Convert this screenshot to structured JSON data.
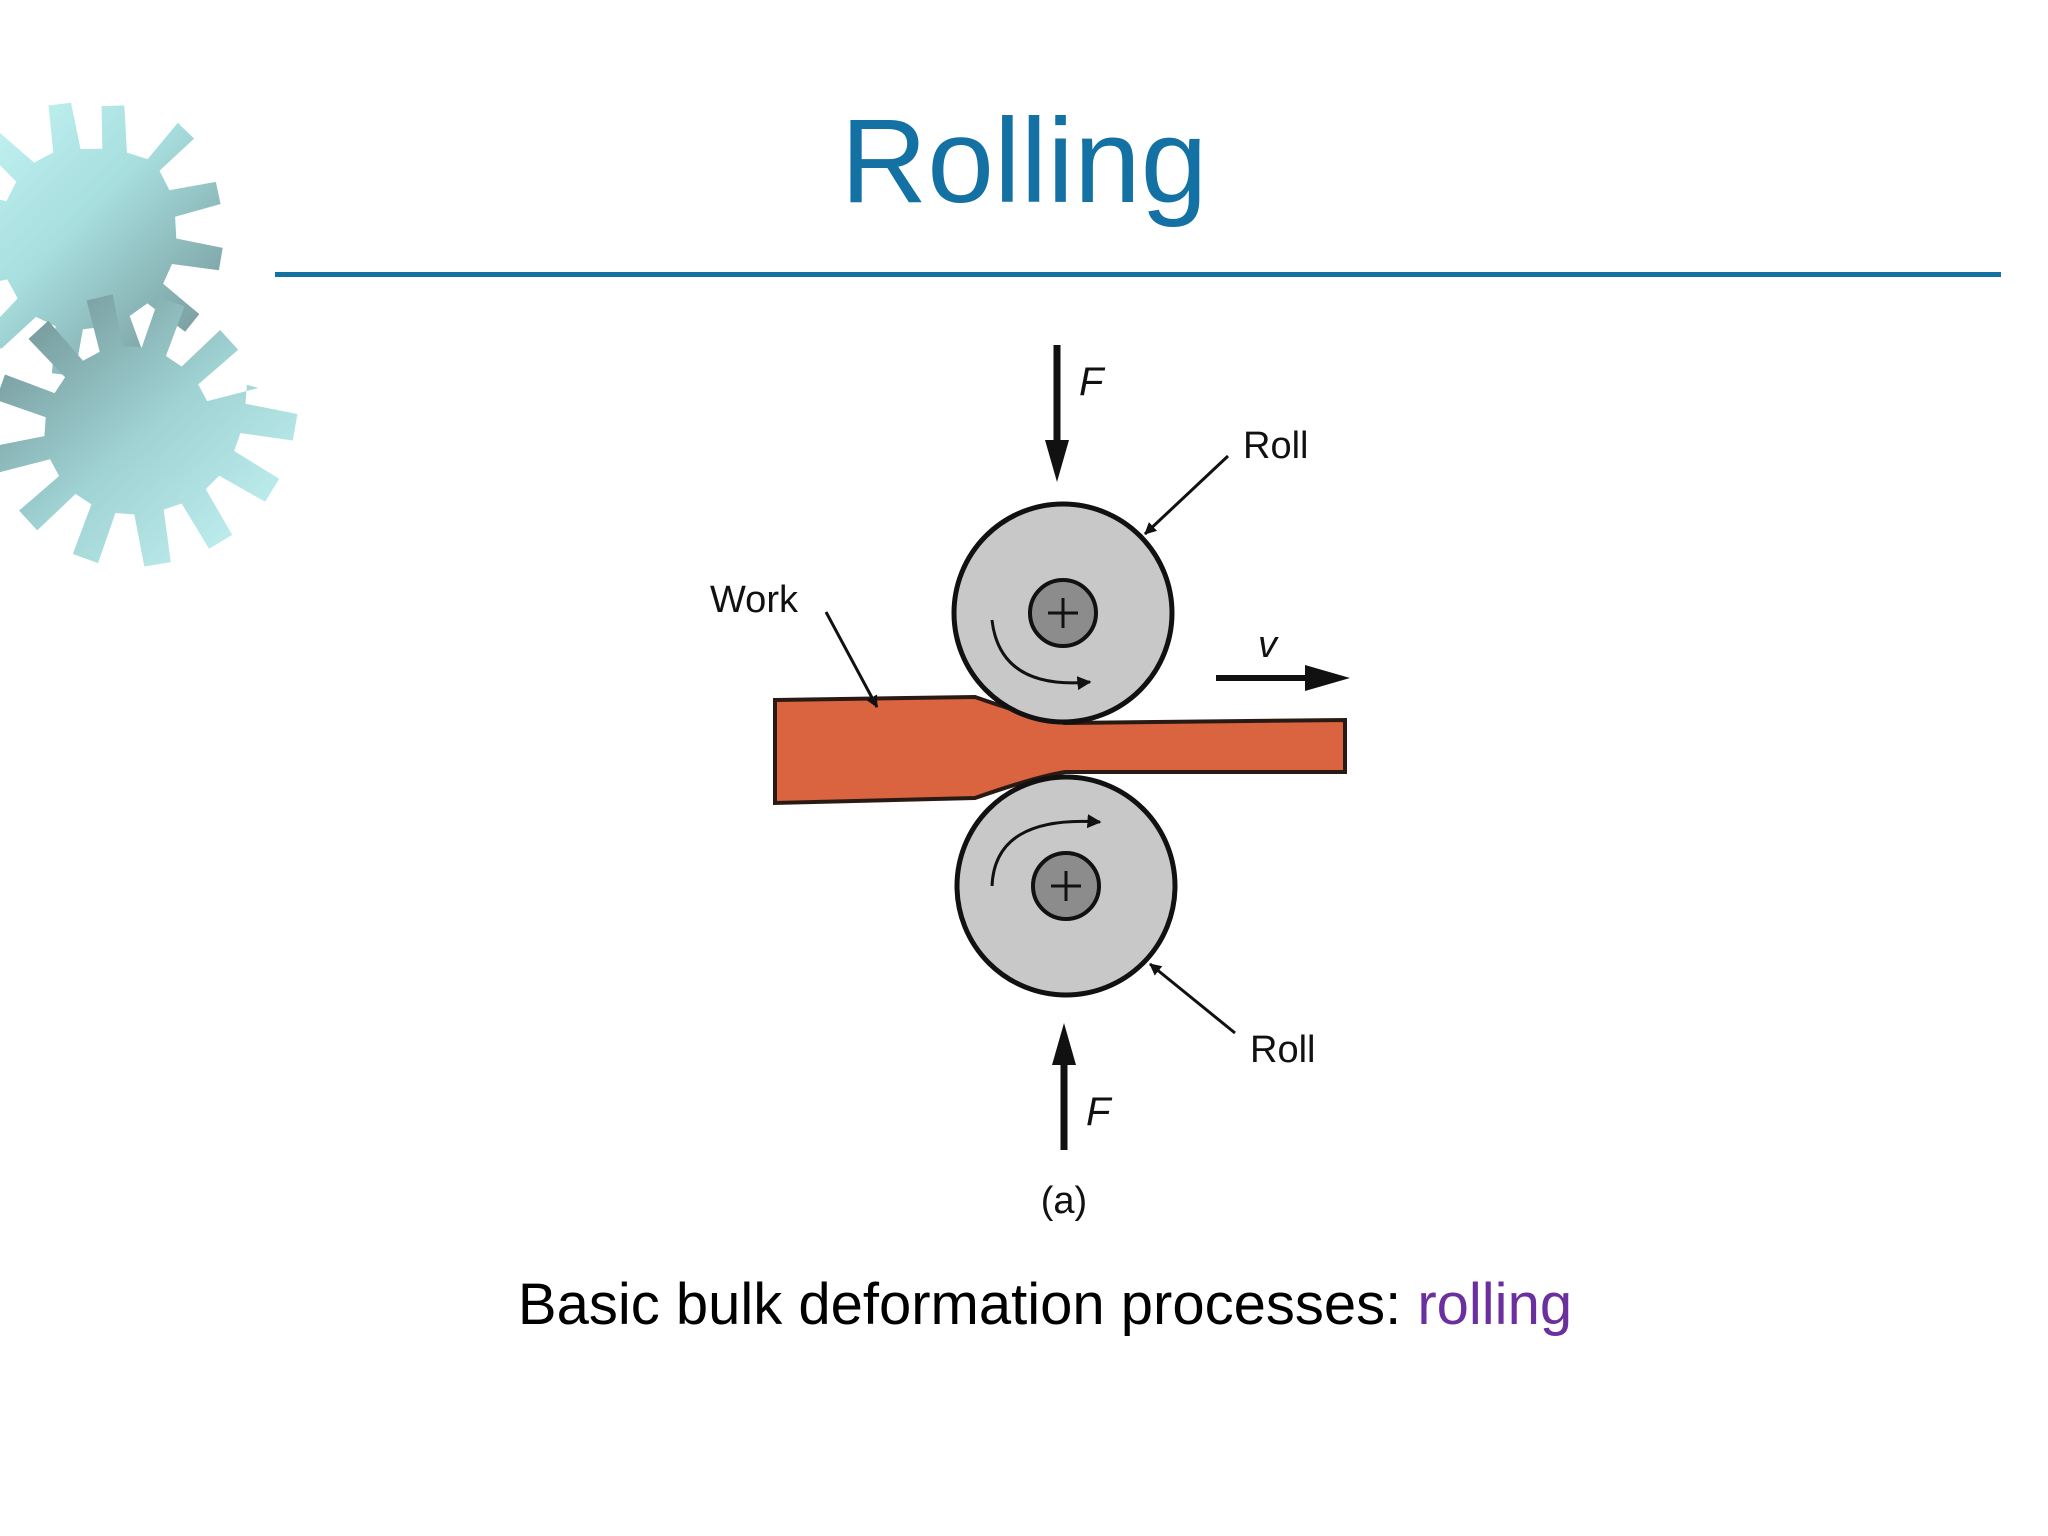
{
  "slide": {
    "title": "Rolling",
    "caption_prefix": "Basic bulk deformation processes: ",
    "caption_highlight": "rolling"
  },
  "diagram": {
    "label_force_top": "F",
    "label_force_bottom": "F",
    "label_roll_top": "Roll",
    "label_roll_bottom": "Roll",
    "label_work": "Work",
    "label_velocity": "v",
    "label_figure": "(a)"
  },
  "colors": {
    "title": "#1471a3",
    "rule": "#1471a3",
    "highlight": "#6b2fa0",
    "work": "#d9643f",
    "roll": "#c8c8c8",
    "gear_light": "#c4f4f4",
    "gear_dark": "#6f8f92"
  }
}
